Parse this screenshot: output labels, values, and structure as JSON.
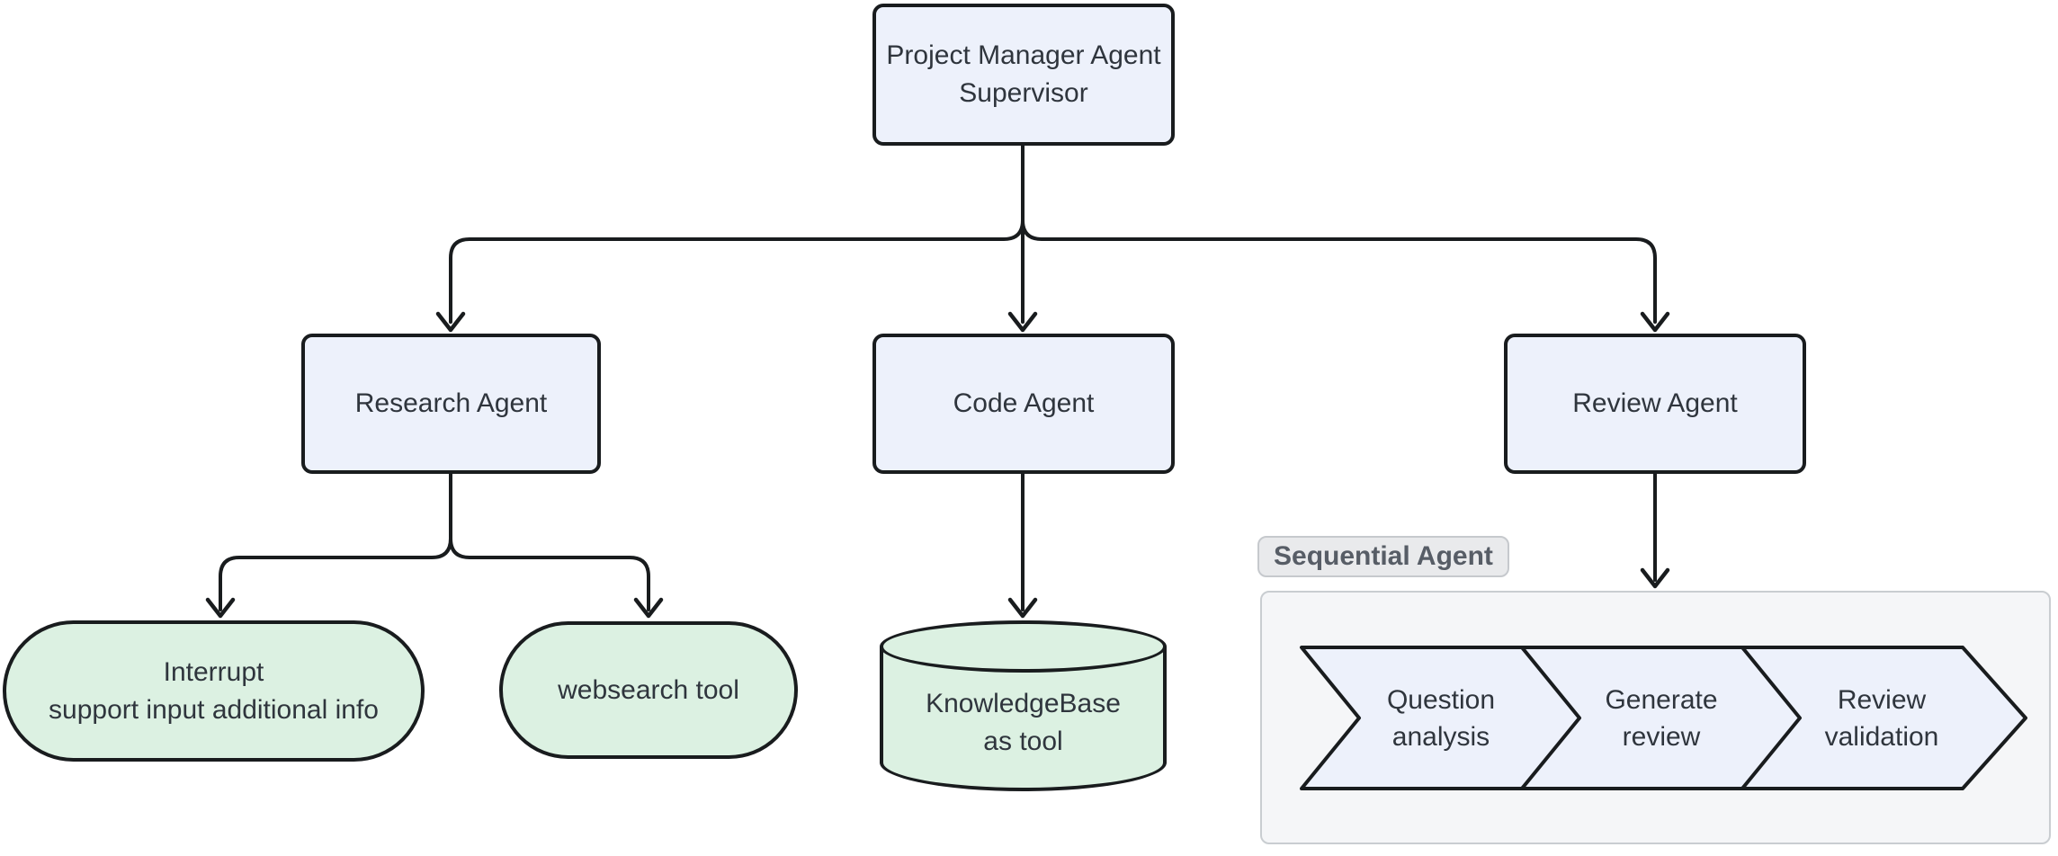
{
  "diagram": {
    "nodes": {
      "supervisor": {
        "line1": "Project Manager Agent",
        "line2": "Supervisor"
      },
      "research": {
        "label": "Research Agent"
      },
      "code": {
        "label": "Code Agent"
      },
      "review": {
        "label": "Review Agent"
      },
      "interrupt": {
        "line1": "Interrupt",
        "line2": "support input additional info"
      },
      "websearch": {
        "label": "websearch tool"
      },
      "knowledgebase": {
        "line1": "KnowledgeBase",
        "line2": "as tool"
      }
    },
    "subgraph": {
      "label": "Sequential Agent",
      "steps": [
        {
          "line1": "Question",
          "line2": "analysis"
        },
        {
          "line1": "Generate",
          "line2": "review"
        },
        {
          "line1": "Review",
          "line2": "validation"
        }
      ]
    },
    "colors": {
      "agent_node_fill": "#edf1fb",
      "tool_node_fill": "#dcf1e2",
      "node_border": "#191c1e",
      "edge_stroke": "#191c1e",
      "text": "#2f353d",
      "subgraph_fill": "#f5f6f8",
      "subgraph_border": "#c9cdd1",
      "subgraph_label_fill": "#e9eaec",
      "subgraph_label_border": "#c6c9cd",
      "subgraph_label_text": "#575d66"
    }
  }
}
